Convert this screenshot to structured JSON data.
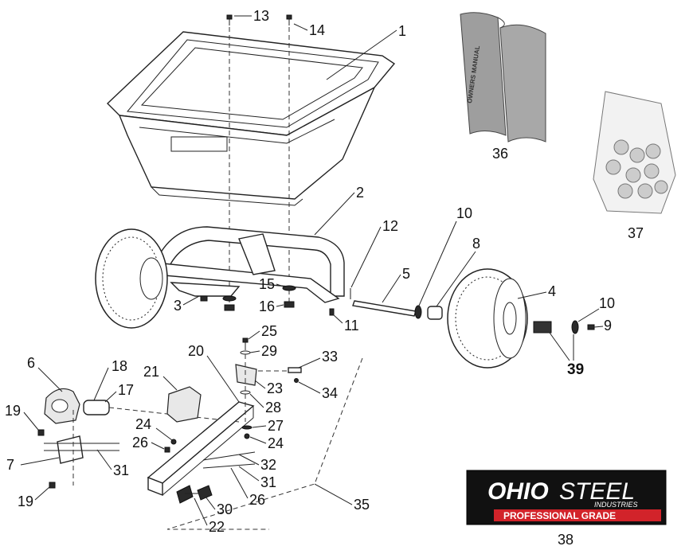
{
  "labels": {
    "p1": "1",
    "p2": "2",
    "p3": "3",
    "p4": "4",
    "p5": "5",
    "p6": "6",
    "p7": "7",
    "p8": "8",
    "p9": "9",
    "p10a": "10",
    "p10b": "10",
    "p11": "11",
    "p12": "12",
    "p13": "13",
    "p14": "14",
    "p15": "15",
    "p16": "16",
    "p17": "17",
    "p18": "18",
    "p19a": "19",
    "p19b": "19",
    "p20": "20",
    "p21": "21",
    "p22": "22",
    "p23": "23",
    "p24a": "24",
    "p24b": "24",
    "p25": "25",
    "p26a": "26",
    "p26b": "26",
    "p27": "27",
    "p28": "28",
    "p29": "29",
    "p30": "30",
    "p31a": "31",
    "p31b": "31",
    "p32": "32",
    "p33": "33",
    "p34": "34",
    "p35": "35",
    "p36": "36",
    "p37": "37",
    "p38": "38",
    "p39": "39"
  },
  "manual": {
    "spine_text": "OWNERS MANUAL"
  },
  "logo": {
    "brand_ohio": "OHIO",
    "brand_steel": "STEEL",
    "industries": "INDUSTRIES",
    "grade": "PROFESSIONAL GRADE"
  },
  "colors": {
    "logo_bg": "#111111",
    "logo_red": "#d2232a",
    "manual_gray": "#a0a0a0"
  }
}
